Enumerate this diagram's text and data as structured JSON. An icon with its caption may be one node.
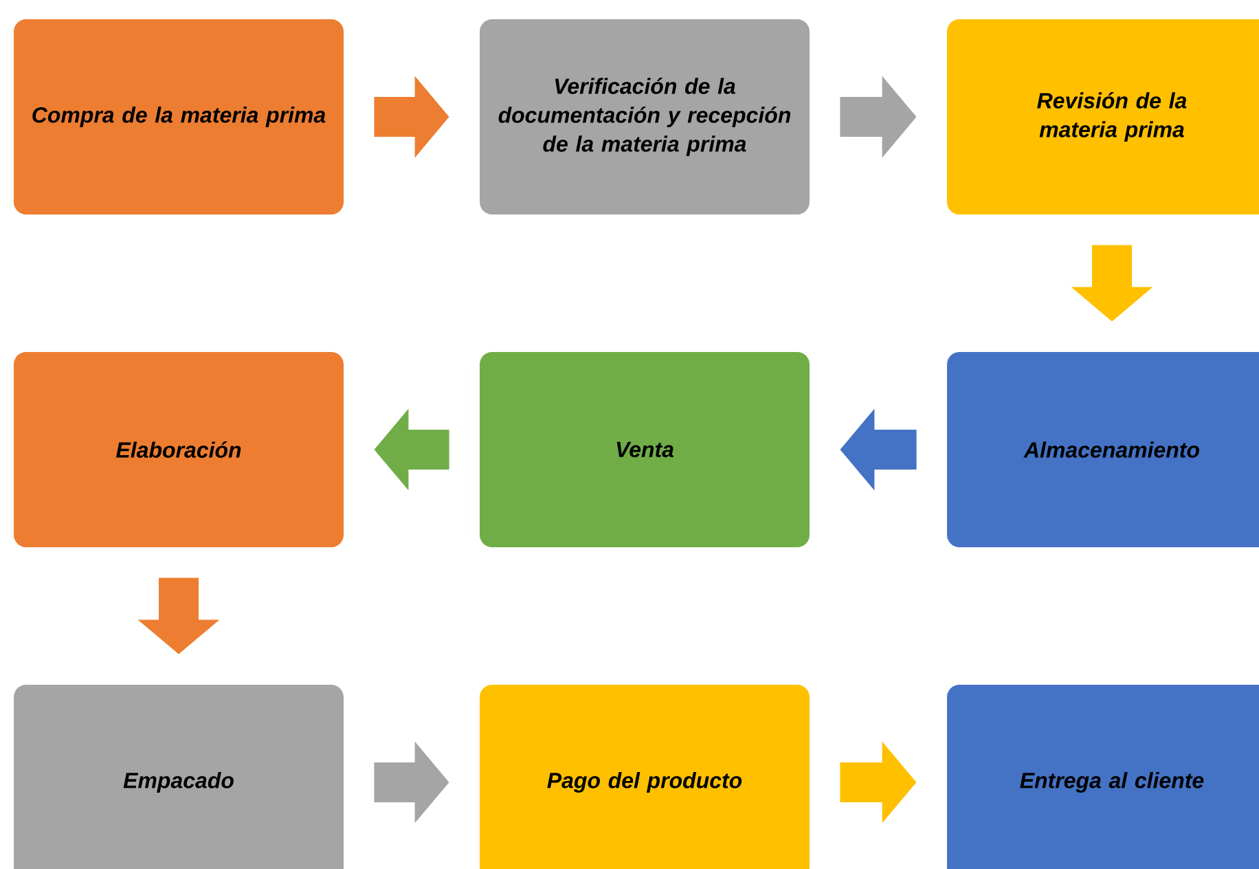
{
  "diagram": {
    "nodes": [
      {
        "text": [
          "Compra de la materia prima"
        ]
      },
      {
        "text": [
          "Verificación de la documentación y recepción de la materia prima"
        ]
      },
      {
        "text": [
          "Revisión de la materia prima"
        ]
      },
      {
        "text": [
          "Almacenamiento"
        ]
      },
      {
        "text": [
          "Venta"
        ]
      },
      {
        "text": [
          "Elaboración"
        ]
      },
      {
        "text": [
          "Empacado"
        ]
      },
      {
        "text": [
          "Pago del producto"
        ]
      },
      {
        "text": [
          "Entrega al cliente"
        ]
      }
    ],
    "edges": [
      {
        "from": 0,
        "to": 1,
        "arrow": "to",
        "color": "#ed7d31"
      },
      {
        "from": 1,
        "to": 2,
        "arrow": "to",
        "color": "#a5a5a5"
      },
      {
        "from": 2,
        "to": 3,
        "arrow": "to",
        "color": "#ffc000"
      },
      {
        "from": 3,
        "to": 4,
        "arrow": "to",
        "color": "#4472c4"
      },
      {
        "from": 4,
        "to": 5,
        "arrow": "to",
        "color": "#70ad47"
      },
      {
        "from": 5,
        "to": 6,
        "arrow": "to",
        "color": "#ed7d31"
      },
      {
        "from": 6,
        "to": 7,
        "arrow": "to",
        "color": "#a5a5a5"
      },
      {
        "from": 7,
        "to": 8,
        "arrow": "to",
        "color": "#ffc000"
      }
    ]
  }
}
